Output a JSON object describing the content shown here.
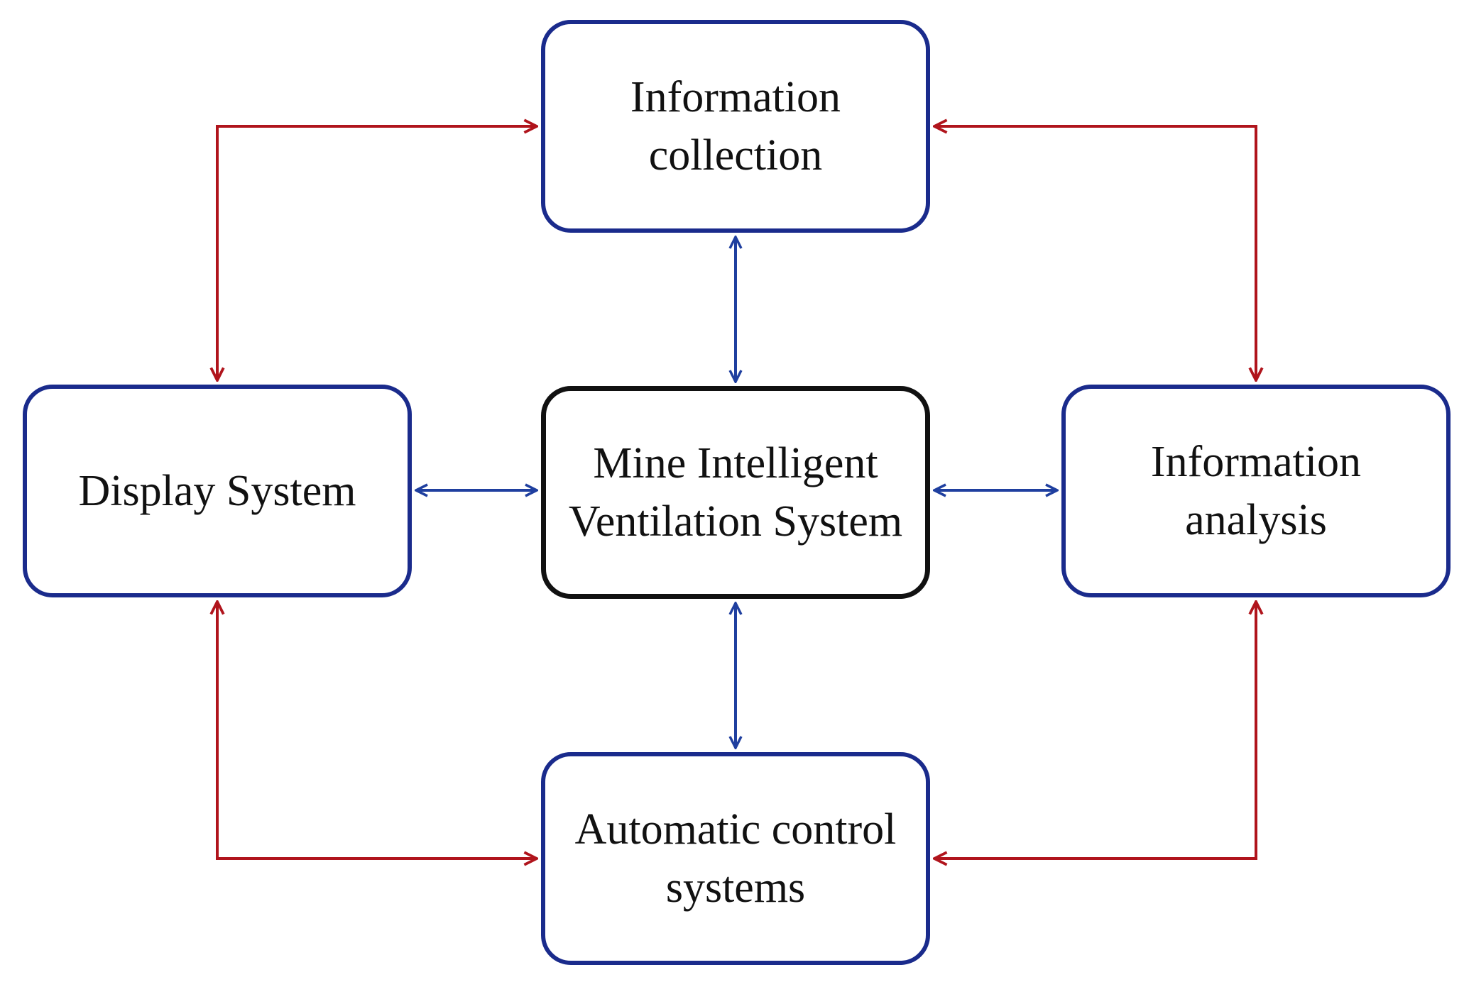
{
  "colors": {
    "blue_connector": "#1f3f9f",
    "red_connector": "#b0141c",
    "box_border": "#1a2b8c",
    "center_border": "#111111"
  },
  "nodes": {
    "top": {
      "line1": "Information",
      "line2": "collection"
    },
    "center": {
      "line1": "Mine Intelligent",
      "line2": "Ventilation System"
    },
    "left": {
      "line1": "Display System"
    },
    "right": {
      "line1": "Information",
      "line2": "analysis"
    },
    "bottom": {
      "line1": "Automatic control",
      "line2": "systems"
    }
  },
  "edges": [
    {
      "from": "center",
      "to": "top",
      "style": "blue",
      "bidirectional": true
    },
    {
      "from": "center",
      "to": "bottom",
      "style": "blue",
      "bidirectional": true
    },
    {
      "from": "center",
      "to": "left",
      "style": "blue",
      "bidirectional": true
    },
    {
      "from": "center",
      "to": "right",
      "style": "blue",
      "bidirectional": true
    },
    {
      "from": "top",
      "to": "left",
      "style": "red",
      "bidirectional": true
    },
    {
      "from": "top",
      "to": "right",
      "style": "red",
      "bidirectional": true
    },
    {
      "from": "bottom",
      "to": "left",
      "style": "red",
      "bidirectional": true
    },
    {
      "from": "bottom",
      "to": "right",
      "style": "red",
      "bidirectional": true
    }
  ]
}
